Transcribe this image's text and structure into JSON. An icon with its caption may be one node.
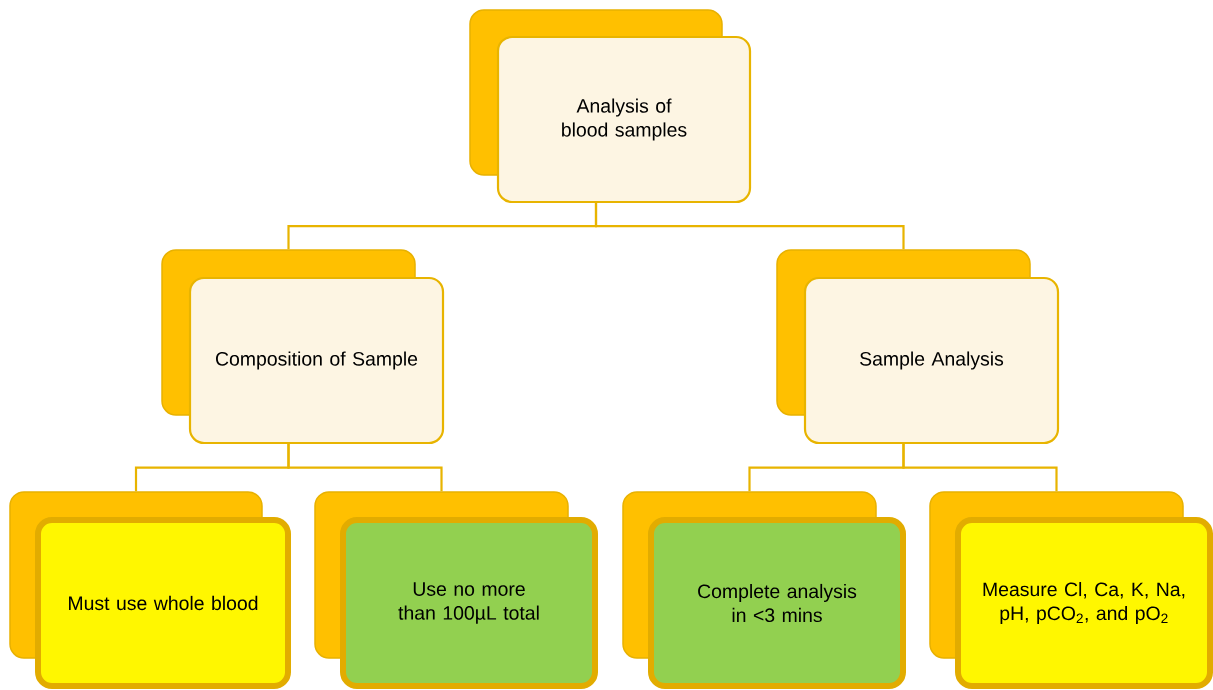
{
  "diagram": {
    "nodes": [
      {
        "text": [
          "Analysis of blood samples"
        ]
      },
      {
        "text": [
          "Composition of Sample"
        ]
      },
      {
        "text": [
          "Sample Analysis"
        ]
      },
      {
        "text": [
          "Must use whole blood"
        ]
      },
      {
        "text": [
          "Use no more than 100µL total"
        ]
      },
      {
        "text": [
          "Complete analysis in <3 mins"
        ]
      },
      {
        "text": [
          "Measure Cl, Ca, K, Na, pH, pCO$_{2}$, and pO$_{2}$"
        ]
      }
    ],
    "edges": [
      {
        "from": 0,
        "to": 1,
        "arrow": "none"
      },
      {
        "from": 0,
        "to": 2,
        "arrow": "none"
      },
      {
        "from": 1,
        "to": 3,
        "arrow": "none"
      },
      {
        "from": 1,
        "to": 4,
        "arrow": "none"
      },
      {
        "from": 2,
        "to": 5,
        "arrow": "none"
      },
      {
        "from": 2,
        "to": 6,
        "arrow": "none"
      }
    ]
  }
}
